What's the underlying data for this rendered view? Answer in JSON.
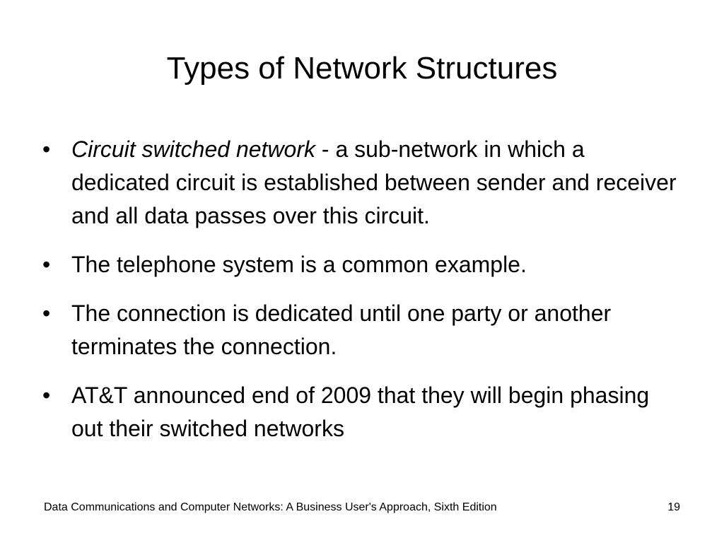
{
  "slide": {
    "title": "Types of Network Structures",
    "bullets": [
      {
        "term": "Circuit switched network",
        "text": " - a sub-network in which a dedicated circuit is established between sender and receiver and all data passes over this circuit."
      },
      {
        "term": "",
        "text": "The telephone system is a common example."
      },
      {
        "term": "",
        "text": "The connection is dedicated until one party or another terminates the connection."
      },
      {
        "term": "",
        "text": "AT&T announced end of 2009 that they will begin phasing out their switched networks"
      }
    ],
    "bullet_glyph": "•",
    "footer": "Data Communications and Computer Networks: A Business User's Approach, Sixth Edition",
    "page_number": "19"
  }
}
